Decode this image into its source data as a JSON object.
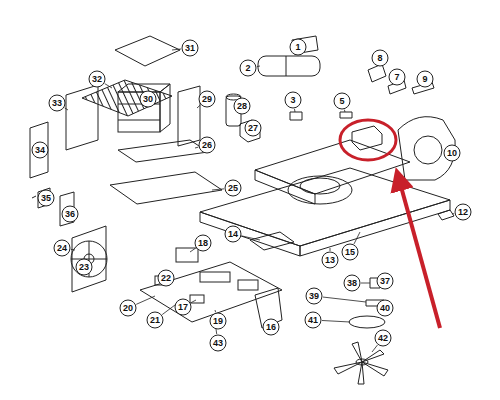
{
  "diagram": {
    "labels": [
      "31",
      "32",
      "33",
      "30",
      "29",
      "34",
      "28",
      "27",
      "35",
      "36",
      "26",
      "25",
      "24",
      "23",
      "18",
      "22",
      "14",
      "20",
      "21",
      "17",
      "19",
      "43",
      "16",
      "13",
      "15",
      "1",
      "2",
      "3",
      "5",
      "8",
      "7",
      "9",
      "10",
      "12",
      "38",
      "37",
      "39",
      "40",
      "41",
      "42"
    ]
  }
}
